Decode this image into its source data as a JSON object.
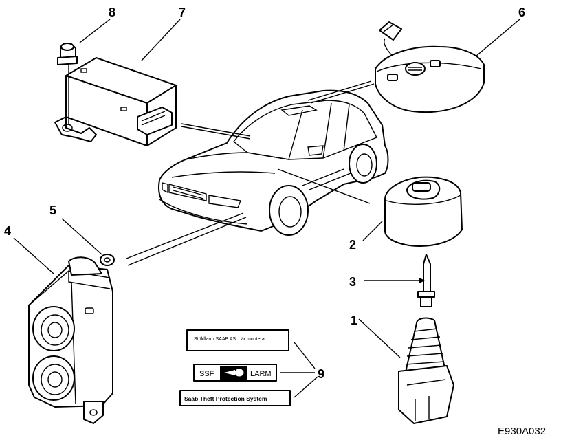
{
  "diagram": {
    "drawing_code": "E930A032",
    "callouts": [
      "1",
      "2",
      "3",
      "4",
      "5",
      "6",
      "7",
      "8",
      "9"
    ],
    "labels": {
      "sticker_top": "Stöldlarm SAAB AS... är monterat.",
      "sticker_top_sub": "...",
      "sticker_mid_left": "SSF",
      "sticker_mid_right": "LARM",
      "sticker_bottom": "Saab Theft Protection System"
    },
    "colors": {
      "ink": "#000000",
      "paper": "#ffffff"
    }
  }
}
